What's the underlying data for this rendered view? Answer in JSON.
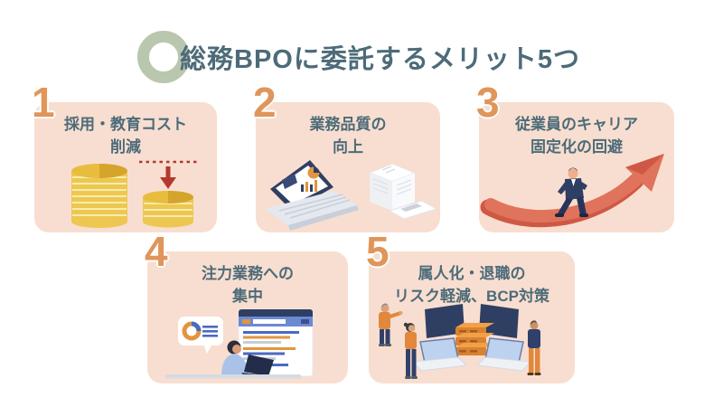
{
  "title": "総務BPOに委託するメリット5つ",
  "colors": {
    "card_background": "#f8ded0",
    "number_orange": "#e0955a",
    "heading_text": "#4d6b79",
    "ring_green": "#b9c7af",
    "coin_gold": "#edc751",
    "alert_red": "#b5382f",
    "arrow_coral": "#e0735c",
    "navy": "#2f3f63",
    "accent_orange": "#e2953f",
    "accent_blue": "#4a6ac2"
  },
  "cards": [
    {
      "number": "1",
      "title_line1": "採用・教育コスト",
      "title_line2": "削減",
      "illustration": "coin-stacks-decrease-icon"
    },
    {
      "number": "2",
      "title_line1": "業務品質の",
      "title_line2": "向上",
      "illustration": "laptop-charts-documents-icon"
    },
    {
      "number": "3",
      "title_line1": "従業員のキャリア",
      "title_line2": "固定化の回避",
      "illustration": "businessman-rising-arrow-icon"
    },
    {
      "number": "4",
      "title_line1": "注力業務への",
      "title_line2": "集中",
      "illustration": "focused-worker-browser-icon"
    },
    {
      "number": "5",
      "title_line1": "属人化・退職の",
      "title_line2": "リスク軽減、BCP対策",
      "illustration": "team-network-server-icon"
    }
  ]
}
